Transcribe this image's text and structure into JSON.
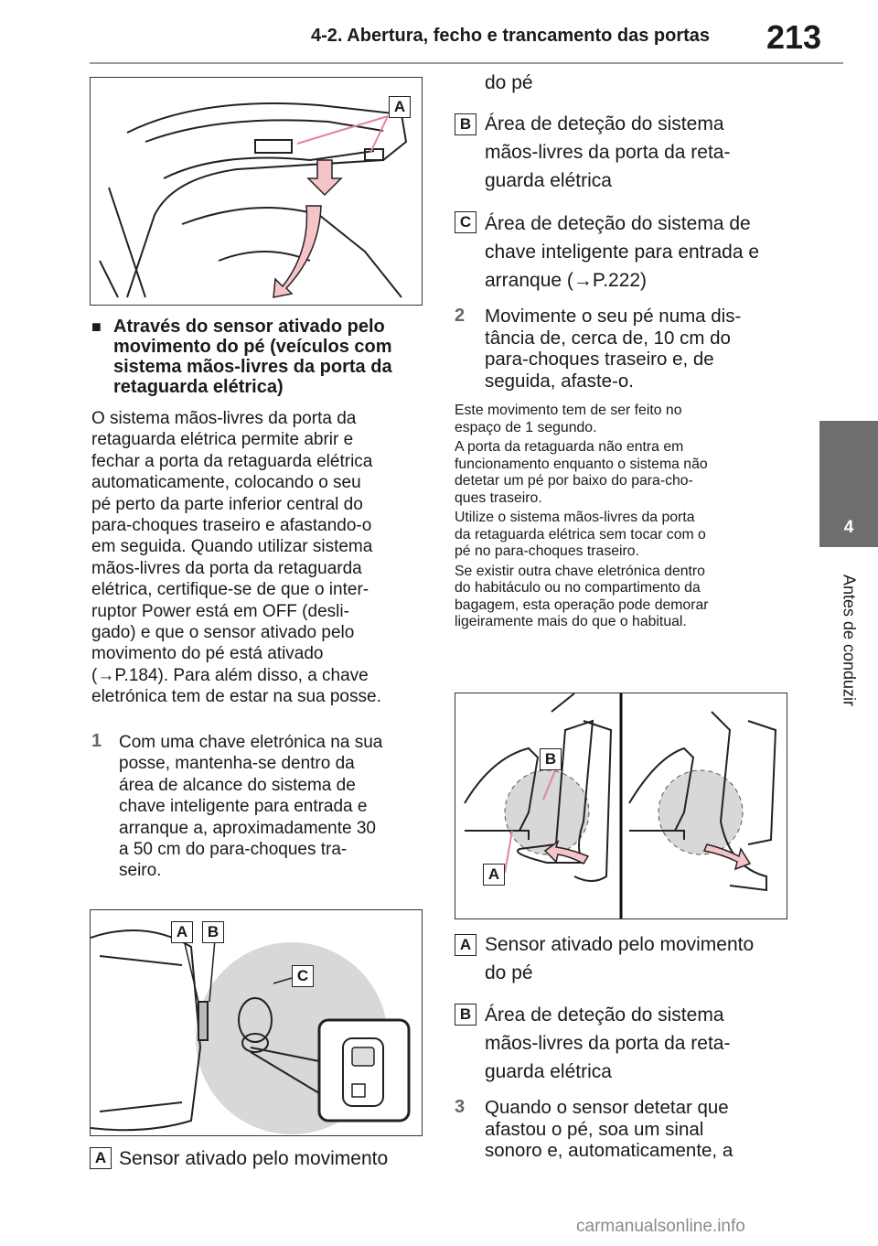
{
  "header": {
    "section_title": "4-2. Abertura, fecho e trancamento das portas",
    "page_number": "213"
  },
  "side_tab": {
    "number": "4",
    "label": "Antes de conduzir"
  },
  "figure_top": {
    "callout": "A"
  },
  "heading": "Através do sensor ativado pelo movimento do pé (veículos com sistema mãos-livres da porta da retaguarda elétrica)",
  "heading_marker": "■",
  "paragraph_lines": [
    "O sistema mãos-livres da porta da",
    "retaguarda elétrica permite abrir e",
    "fechar a porta da retaguarda elétrica",
    "automaticamente, colocando o seu",
    "pé perto da parte inferior central do",
    "para-choques traseiro e afastando-o",
    "em seguida. Quando utilizar sistema",
    "mãos-livres da porta da retaguarda",
    "elétrica, certifique-se de que o inter-",
    "ruptor Power está em OFF (desli-",
    "gado) e que o sensor ativado pelo",
    "movimento do pé está ativado",
    "(→P.184). Para além disso, a chave",
    "eletrónica tem de estar na sua posse."
  ],
  "step1": {
    "num": "1",
    "lines": [
      "Com uma chave eletrónica na sua",
      "posse, mantenha-se dentro da",
      "área de alcance do sistema de",
      "chave inteligente para entrada e",
      "arranque a, aproximadamente 30",
      "a 50 cm do para-choques tra-",
      "seiro."
    ]
  },
  "figure_mid": {
    "callout_a": "A",
    "callout_b": "B",
    "callout_c": "C"
  },
  "legend1": [
    {
      "label": "A",
      "lines": [
        "Sensor ativado pelo movimento",
        "do pé"
      ]
    },
    {
      "label": "B",
      "lines": [
        "Área de deteção do sistema",
        "mãos-livres da porta da reta-",
        "guarda elétrica"
      ]
    },
    {
      "label": "C",
      "lines": [
        "Área de deteção do sistema de",
        "chave inteligente para entrada e",
        "arranque (→P.222)"
      ]
    }
  ],
  "step2": {
    "num": "2",
    "lines": [
      "Movimente o seu pé numa dis-",
      "tância de, cerca de, 10 cm do",
      "para-choques traseiro e, de",
      "seguida, afaste-o."
    ]
  },
  "notes": [
    [
      "Este movimento tem de ser feito no",
      "espaço de 1 segundo."
    ],
    [
      "A porta da retaguarda não entra em",
      "funcionamento enquanto o sistema não",
      "detetar um pé por baixo do para-cho-",
      "ques traseiro."
    ],
    [
      "Utilize o sistema mãos-livres da porta",
      "da retaguarda elétrica sem tocar com o",
      "pé no para-choques traseiro."
    ],
    [
      "Se existir outra chave eletrónica dentro",
      "do habitáculo ou no compartimento da",
      "bagagem, esta operação pode demorar",
      "ligeiramente mais do que o habitual."
    ]
  ],
  "figure_right": {
    "callout_b": "B",
    "callout_a": "A"
  },
  "legend2": [
    {
      "label": "A",
      "lines": [
        "Sensor ativado pelo movimento",
        "do pé"
      ]
    },
    {
      "label": "B",
      "lines": [
        "Área de deteção do sistema",
        "mãos-livres da porta da reta-",
        "guarda elétrica"
      ]
    }
  ],
  "step3": {
    "num": "3",
    "lines": [
      "Quando o sensor detetar que",
      "afastou o pé, soa um sinal",
      "sonoro e, automaticamente, a"
    ]
  },
  "footer": "carmanualsonline.info"
}
